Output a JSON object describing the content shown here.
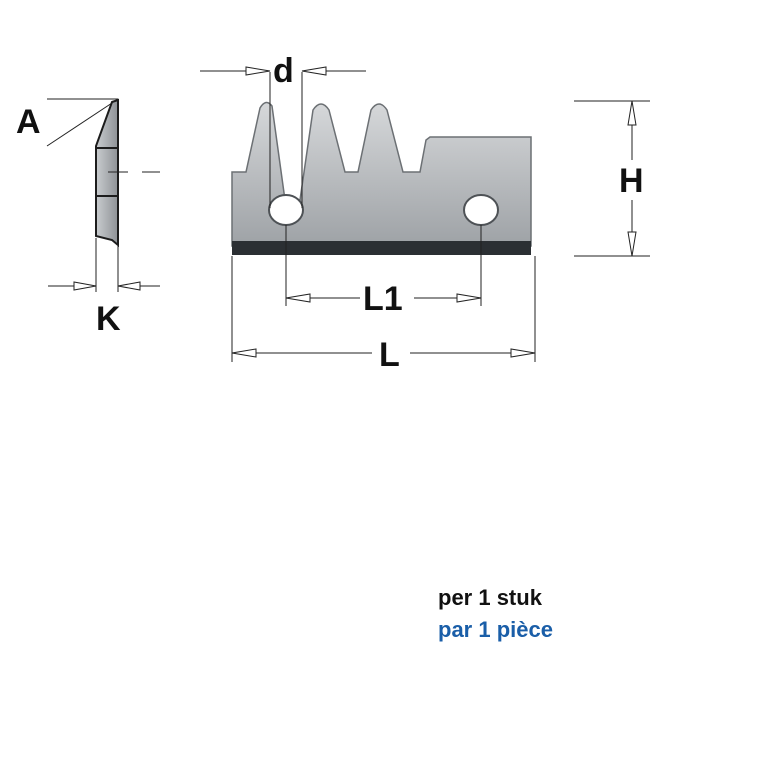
{
  "labels": {
    "angle": "A",
    "thickness": "K",
    "hole_diameter": "d",
    "height": "H",
    "hole_spacing": "L1",
    "length": "L"
  },
  "caption": {
    "line1": "per 1 stuk",
    "line2": "par 1 pièce"
  },
  "colors": {
    "caption_line1": "#111111",
    "caption_line2": "#1a5ea8",
    "dimension_lines": "#222222",
    "blade_metal": "#b9bcbf",
    "cutting_edge": "#2b2f33"
  }
}
